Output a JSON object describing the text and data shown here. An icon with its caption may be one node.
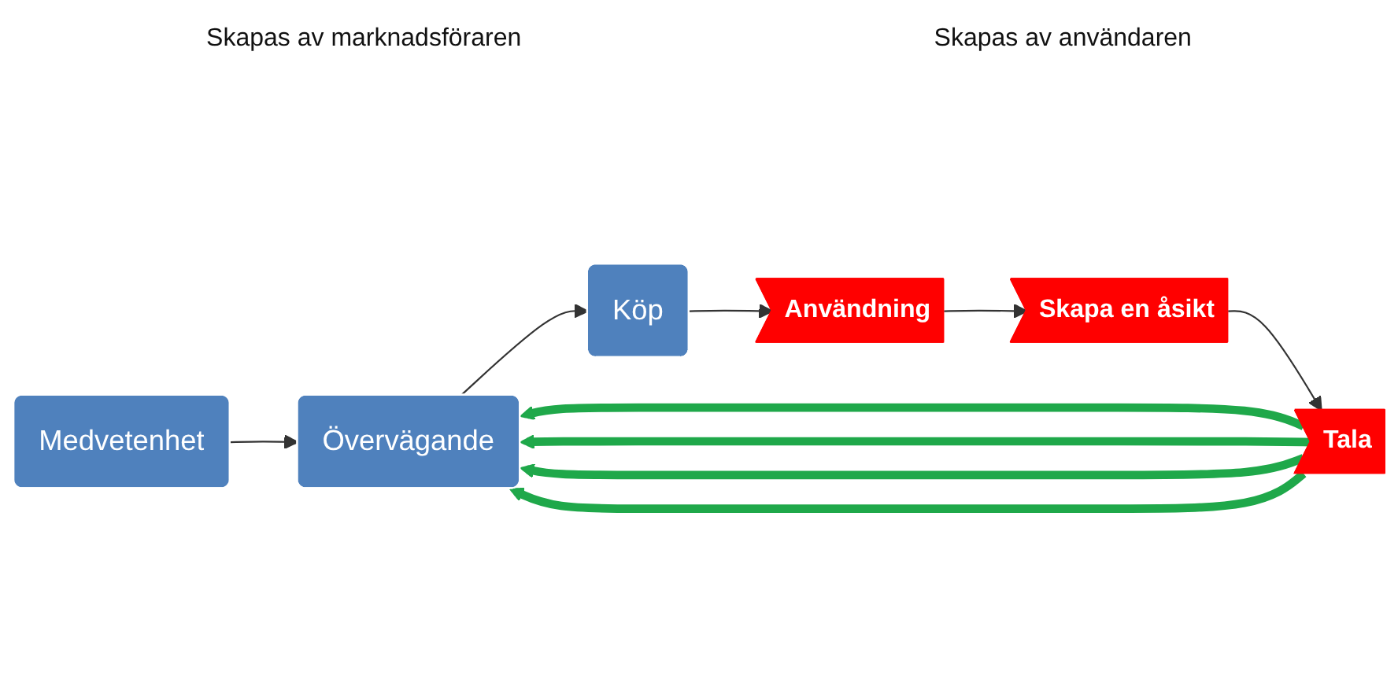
{
  "diagram": {
    "nodes": [
      {
        "text": [
          "Medvetenhet"
        ]
      },
      {
        "text": [
          "Övervägande"
        ]
      },
      {
        "text": [
          "Köp"
        ]
      },
      {
        "text": [
          "Användning"
        ]
      },
      {
        "text": [
          "Skapa en åsikt"
        ]
      },
      {
        "text": [
          "Tala"
        ]
      }
    ],
    "edges": [
      {
        "from": 0,
        "to": 1,
        "arrow": "to"
      },
      {
        "from": 1,
        "to": 2,
        "arrow": "to"
      },
      {
        "from": 2,
        "to": 3,
        "arrow": "to"
      },
      {
        "from": 3,
        "to": 4,
        "arrow": "to"
      },
      {
        "from": 4,
        "to": 5,
        "arrow": "to"
      },
      {
        "from": 5,
        "to": 1,
        "arrow": "to",
        "style": "thick",
        "color": "#1fa84a"
      },
      {
        "from": 5,
        "to": 1,
        "arrow": "to",
        "style": "thick",
        "color": "#1fa84a"
      },
      {
        "from": 5,
        "to": 1,
        "arrow": "to",
        "style": "thick",
        "color": "#1fa84a"
      },
      {
        "from": 5,
        "to": 1,
        "arrow": "to",
        "style": "thick",
        "color": "#1fa84a"
      }
    ],
    "labels": [
      "Skapas av marknadsföraren",
      "Skapas av användaren"
    ]
  }
}
